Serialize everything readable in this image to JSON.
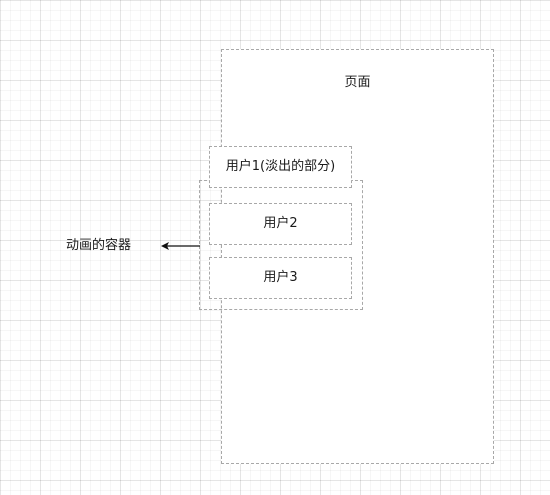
{
  "diagram": {
    "page_label": "页面",
    "user1_label": "用户1(淡出的部分)",
    "user2_label": "用户2",
    "user3_label": "用户3",
    "container_label": "动画的容器"
  }
}
